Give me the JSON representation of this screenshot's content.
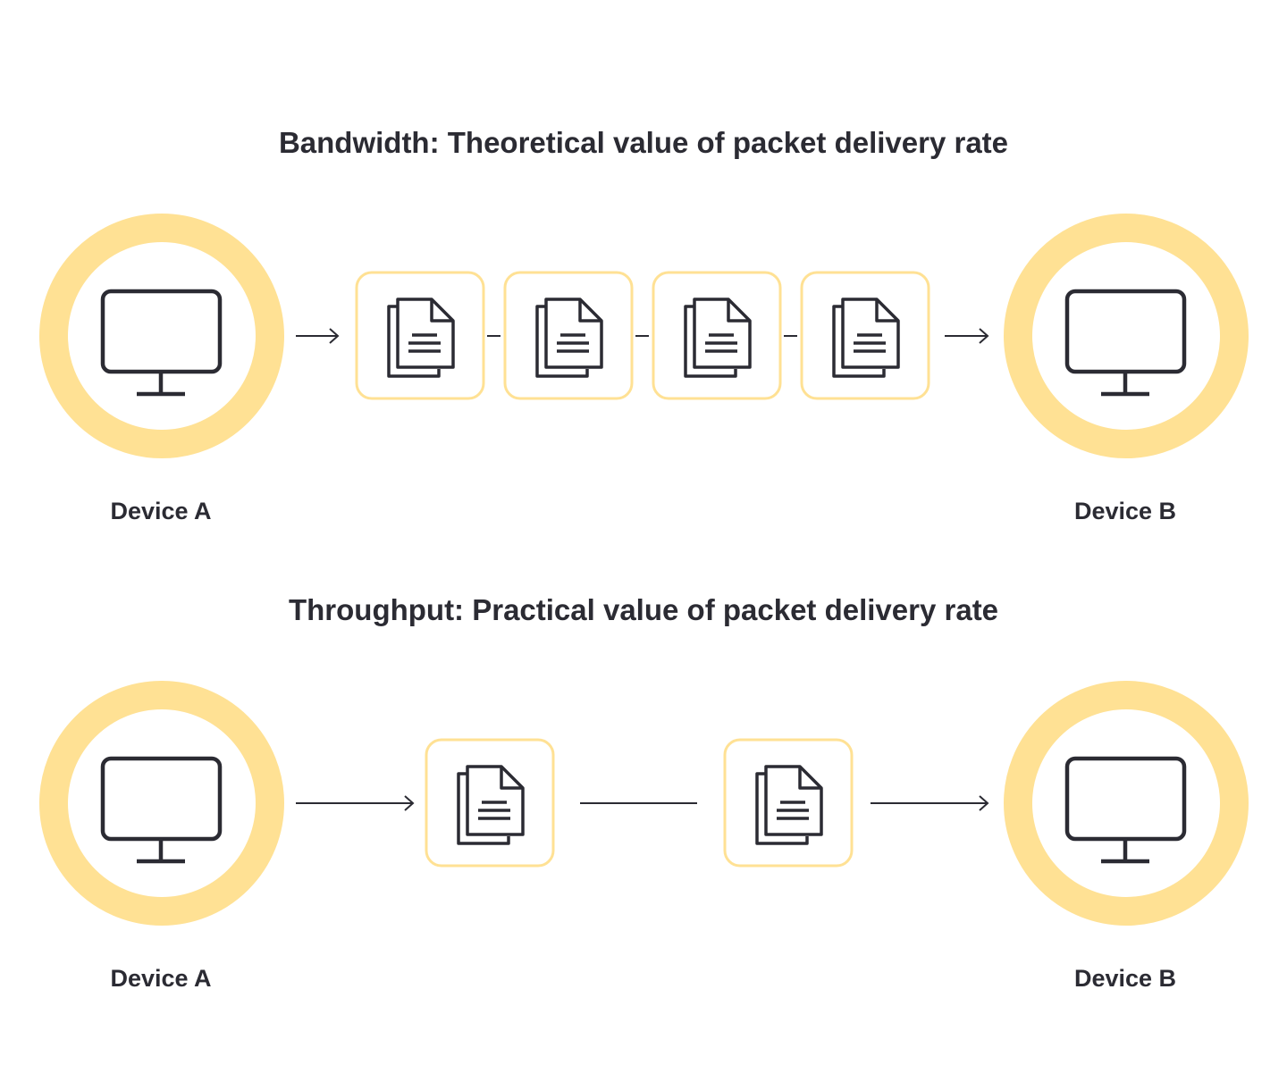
{
  "colors": {
    "accent": "#FFE194",
    "ink": "#2B2B33",
    "background": "#FFFFFF"
  },
  "sections": [
    {
      "title": "Bandwidth: Theoretical value of packet delivery rate",
      "source_label": "Device A",
      "target_label": "Device B",
      "packet_count": 4,
      "source_icon": "monitor-icon",
      "target_icon": "monitor-icon",
      "packet_icon": "document-stack-icon"
    },
    {
      "title": "Throughput: Practical value of packet delivery rate",
      "source_label": "Device A",
      "target_label": "Device B",
      "packet_count": 2,
      "source_icon": "monitor-icon",
      "target_icon": "monitor-icon",
      "packet_icon": "document-stack-icon"
    }
  ]
}
